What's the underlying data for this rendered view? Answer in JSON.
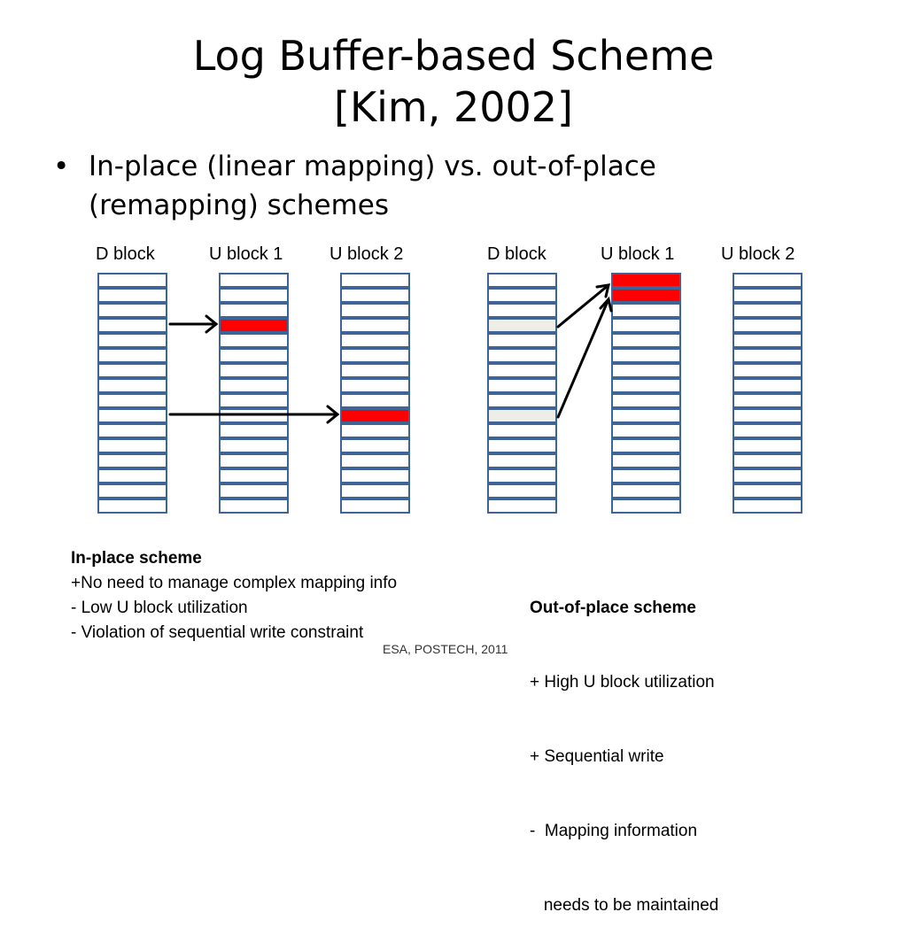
{
  "title": {
    "line1": "Log Buffer-based Scheme",
    "line2": "[Kim, 2002]"
  },
  "bullet": {
    "glyph": "•",
    "line1": "In-place (linear mapping) vs. out-of-place",
    "line2": "(remapping) schemes"
  },
  "left_diagram": {
    "labels": [
      "D block",
      "U block 1",
      "U block 2"
    ],
    "rows": 16,
    "highlights": [
      {
        "block": 1,
        "row": 3,
        "color": "red"
      },
      {
        "block": 2,
        "row": 9,
        "color": "red"
      }
    ]
  },
  "right_diagram": {
    "labels": [
      "D block",
      "U block 1",
      "U block 2"
    ],
    "rows": 16,
    "highlights": [
      {
        "block": 0,
        "row": 3,
        "color": "grey"
      },
      {
        "block": 0,
        "row": 9,
        "color": "grey"
      },
      {
        "block": 1,
        "row": 0,
        "color": "red"
      },
      {
        "block": 1,
        "row": 1,
        "color": "red"
      }
    ]
  },
  "colors": {
    "cell_border": "#3f6497",
    "highlight_red": "#ff0000",
    "highlight_grey": "#eeede6"
  },
  "captions": {
    "inplace": {
      "heading": "In-place scheme",
      "lines": [
        "+No need to manage complex mapping info",
        "- Low U block utilization",
        "- Violation of sequential write constraint"
      ]
    },
    "outofplace": {
      "heading": "Out-of-place scheme",
      "lines": [
        "+ High U block utilization",
        "+ Sequential write",
        "-  Mapping information",
        "   needs to be maintained"
      ]
    }
  },
  "footer": "ESA, POSTECH, 2011"
}
